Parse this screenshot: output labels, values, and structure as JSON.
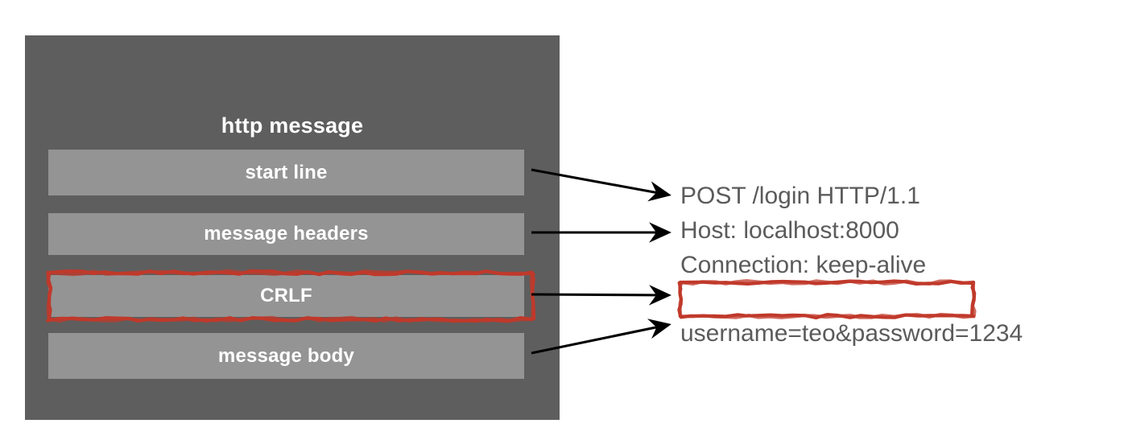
{
  "diagram": {
    "title": "http message",
    "panel_color": "#5e5e5e",
    "block_color": "#949494",
    "highlight_color": "#c0392b",
    "text_color": "#5b5b5b",
    "blocks": [
      {
        "label": "start line"
      },
      {
        "label": "message headers"
      },
      {
        "label": "CRLF"
      },
      {
        "label": "message body"
      }
    ],
    "message": {
      "start_line": "POST /login HTTP/1.1",
      "header_host": "Host: localhost:8000",
      "header_connection": "Connection: keep-alive",
      "crlf_blank": "",
      "body": "username=teo&password=1234"
    },
    "arrows": [
      {
        "name": "arrow-start-line",
        "from": "start line",
        "to": "POST /login HTTP/1.1"
      },
      {
        "name": "arrow-message-headers",
        "from": "message headers",
        "to": "Host: localhost:8000"
      },
      {
        "name": "arrow-crlf",
        "from": "CRLF",
        "to": "blank line"
      },
      {
        "name": "arrow-message-body",
        "from": "message body",
        "to": "username=teo&password=1234"
      }
    ]
  }
}
